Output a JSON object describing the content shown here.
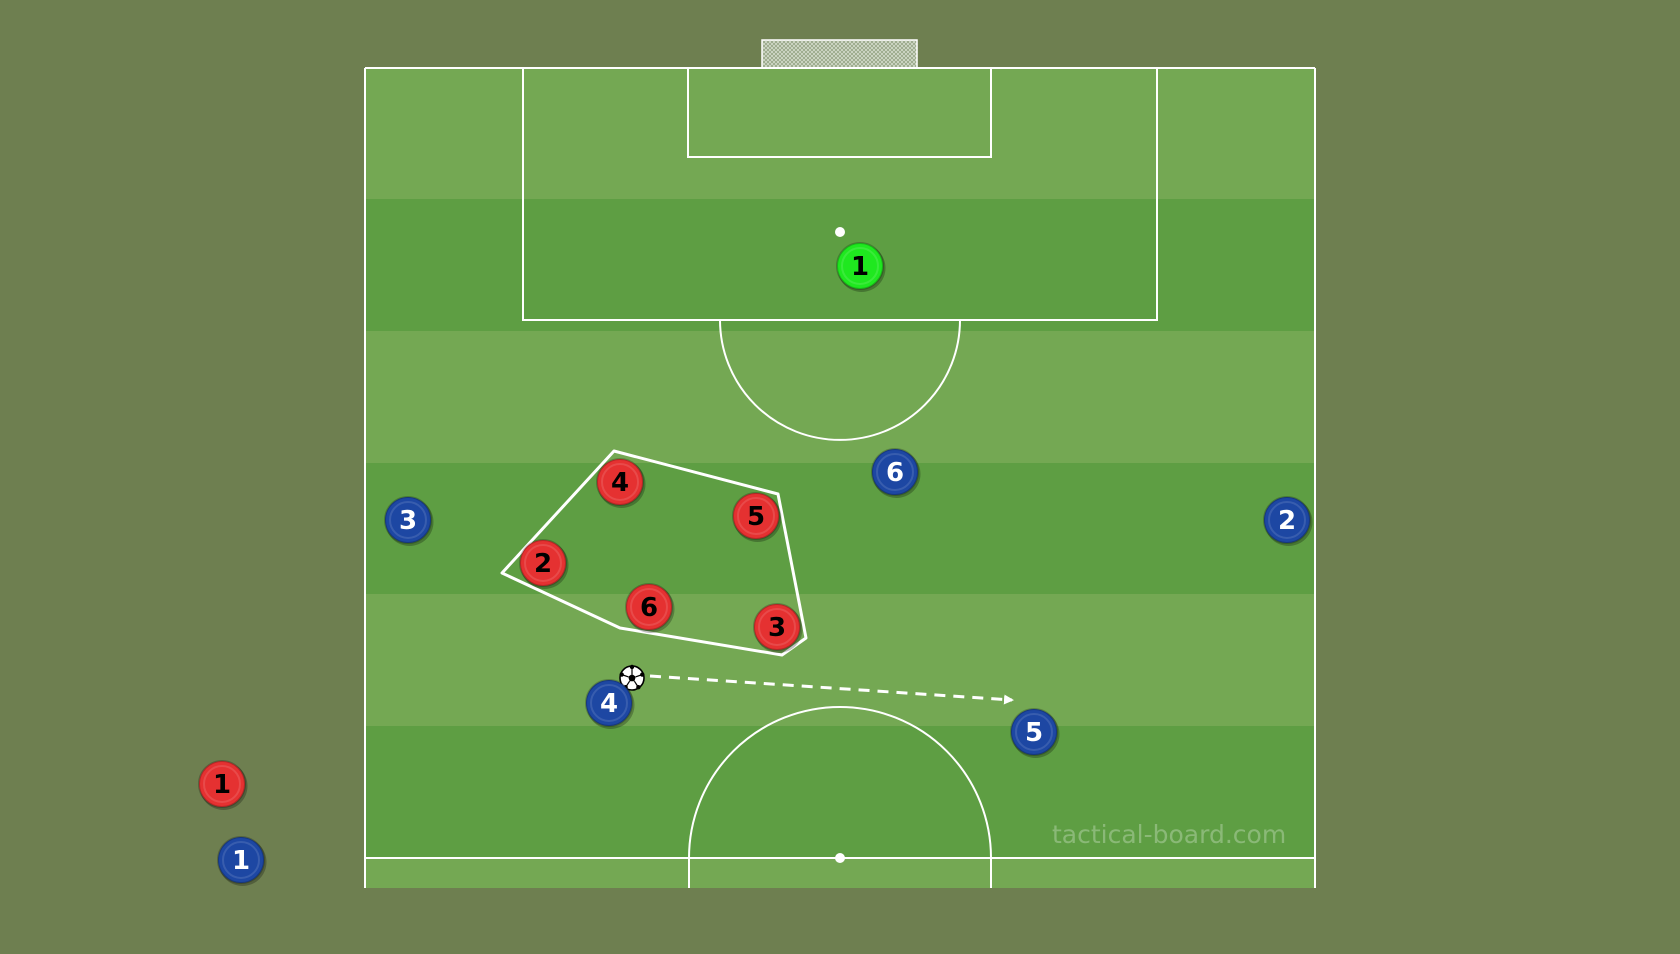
{
  "watermark": "tactical-board.com",
  "colors": {
    "background": "#6e7f50",
    "stripe_light": "#74a853",
    "stripe_dark": "#5e9e43",
    "line": "#ffffff",
    "team_red": "#e53131",
    "team_blue": "#1d47a3",
    "goalkeeper": "#1fe81f"
  },
  "players": {
    "goalkeeper": [
      {
        "label": "1"
      }
    ],
    "red": [
      {
        "label": "1"
      },
      {
        "label": "2"
      },
      {
        "label": "3"
      },
      {
        "label": "4"
      },
      {
        "label": "5"
      },
      {
        "label": "6"
      }
    ],
    "blue": [
      {
        "label": "1"
      },
      {
        "label": "2"
      },
      {
        "label": "3"
      },
      {
        "label": "4"
      },
      {
        "label": "5"
      },
      {
        "label": "6"
      }
    ]
  },
  "ball": {
    "icon": "soccer-ball-icon"
  },
  "pass_arrow": {
    "style": "dashed",
    "color": "#ffffff"
  }
}
